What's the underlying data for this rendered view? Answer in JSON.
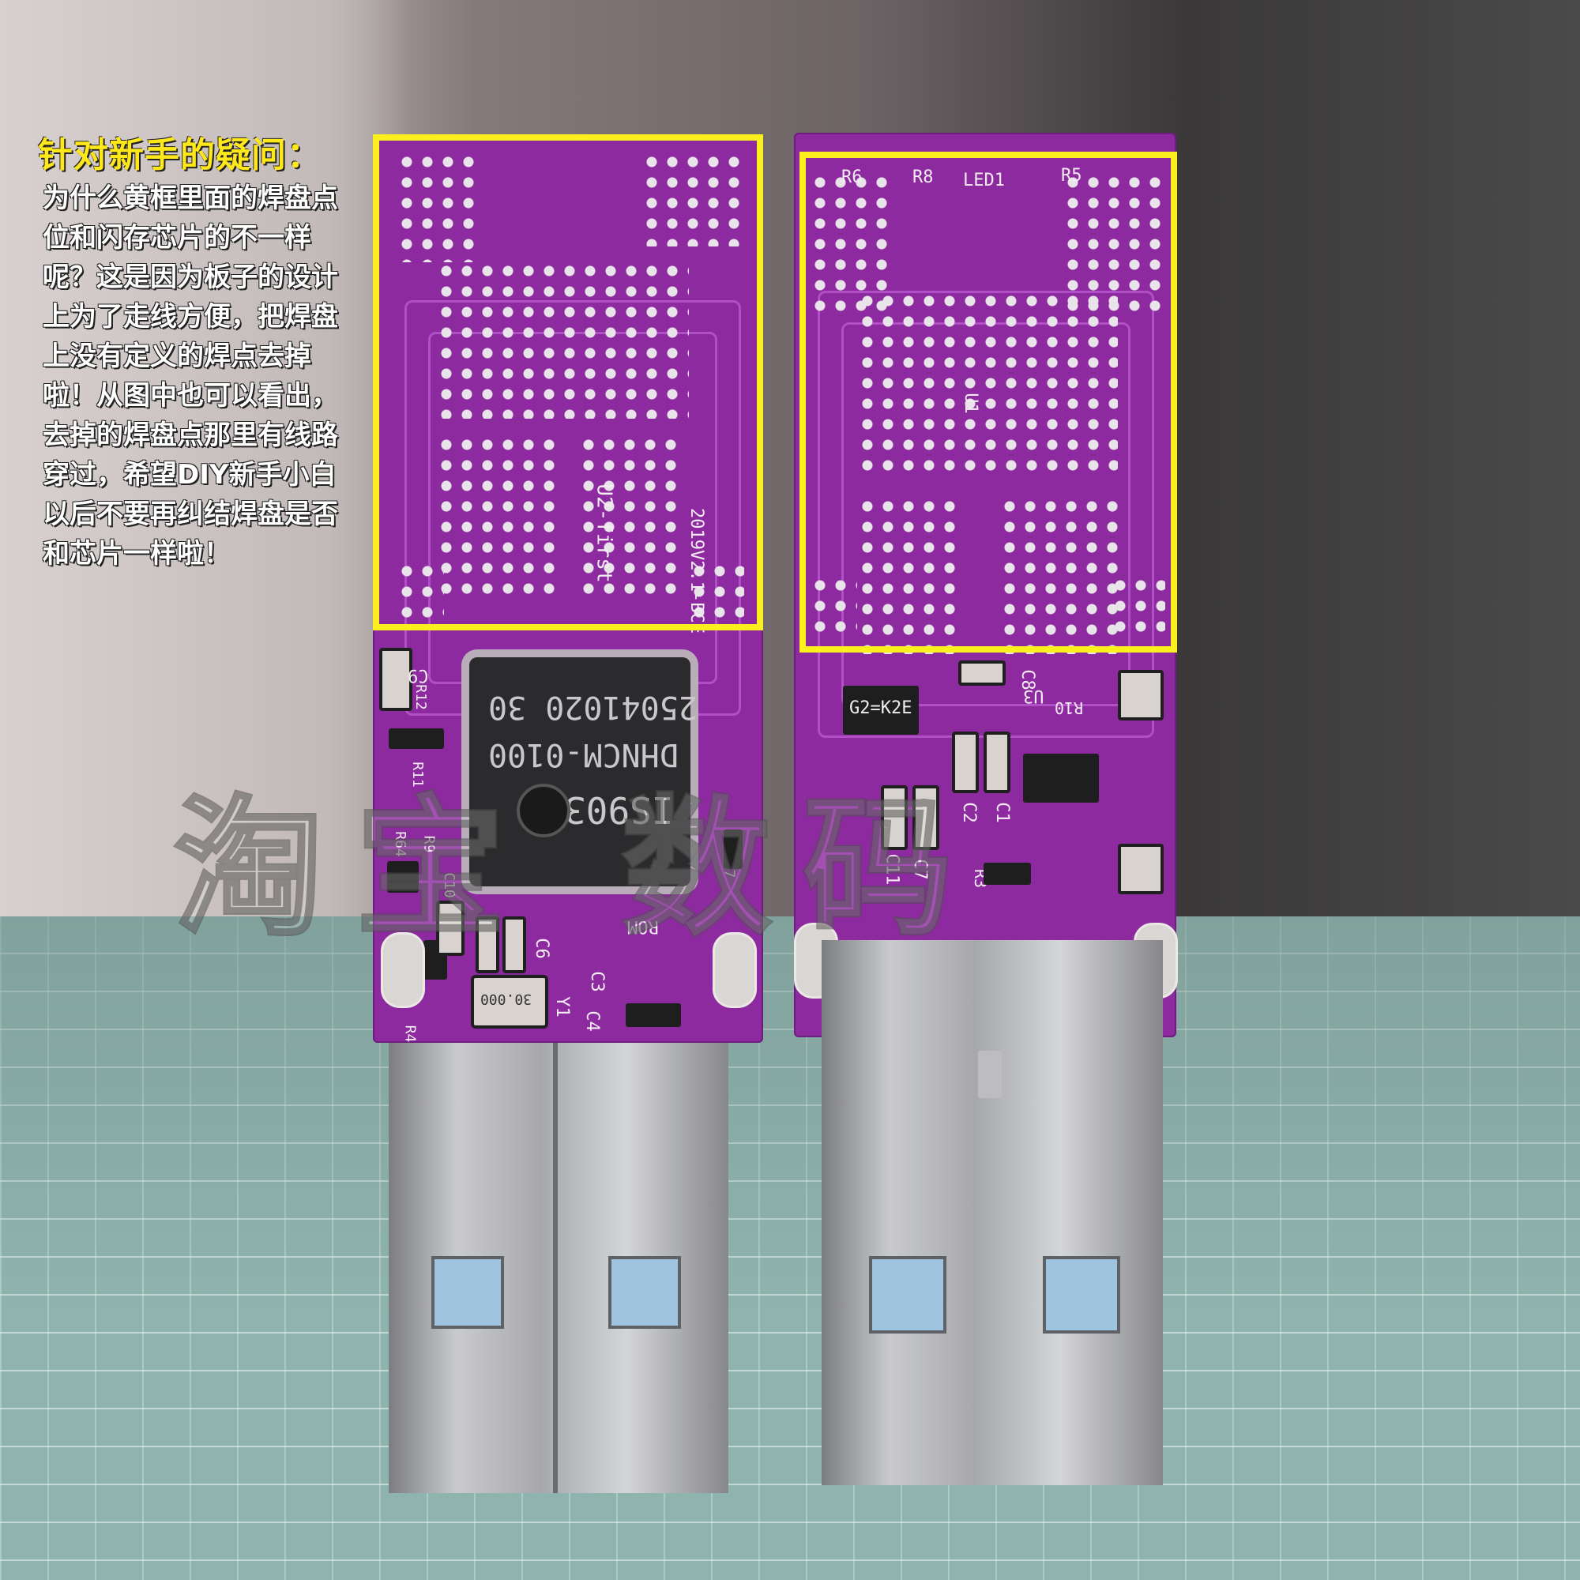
{
  "annotation": {
    "title": "针对新手的疑问：",
    "body": "为什么黄框里面的焊盘点位和闪存芯片的不一样呢？这是因为板子的设计上为了走线方便，把焊盘上没有定义的焊点去掉啦！从图中也可以看出，去掉的焊盘点那里有线路穿过，希望DIY新手小白以后不要再纠结焊盘是否和芯片一样啦！"
  },
  "left_board": {
    "chip_lines": [
      "25041020 30",
      "DHNCM-0100",
      "IS903"
    ],
    "silk": {
      "board_text": "U2-first",
      "date_text": "2019V2.1-BCE",
      "c9": "C9",
      "r12": "R12",
      "r11": "R11",
      "r64": "R64",
      "r9": "R9",
      "c10": "C10",
      "rom": "ROM",
      "c6": "C6",
      "c3": "C3",
      "c4": "C4",
      "r4": "R4",
      "y1": "Y1",
      "r7": "R7",
      "crystal": "30.000"
    }
  },
  "right_board": {
    "silk": {
      "r6": "R6",
      "r8": "R8",
      "led1": "LED1",
      "r5": "R5",
      "u1": "U1",
      "c8": "C8",
      "ic_mark": "G2=K2E",
      "r10": "R10",
      "u3": "U3",
      "c2": "C2",
      "c1": "C1",
      "c11": "C11",
      "c7": "C7",
      "r3": "R3"
    }
  },
  "watermark": "淘宝 数码"
}
